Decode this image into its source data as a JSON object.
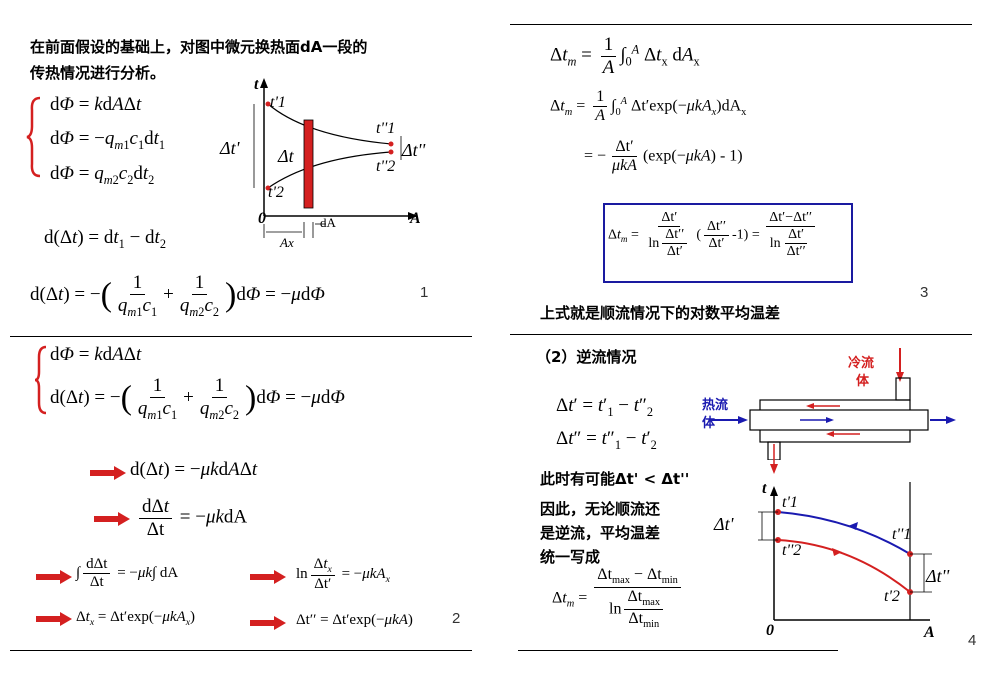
{
  "panel1": {
    "intro_line1": "在前面假设的基础上，对图中微元换热面dA一段的",
    "intro_line2": "传热情况进行分析。",
    "eq_a": "dΦ = kdAΔt",
    "eq_b": "dΦ = −q_m1 c_1 dt_1",
    "eq_c": "dΦ = q_m2 c_2 dt_2",
    "eq_d": "d(Δt) = dt_1 − dt_2",
    "eq_e": "d(Δt) = −(1/(q_m1 c_1) + 1/(q_m2 c_2)) dΦ = −μ dΦ",
    "page_num": "1",
    "fig": {
      "t_axis": "t",
      "A_axis": "A",
      "origin": "0",
      "t1p": "t'1",
      "t2p": "t'2",
      "t1pp": "t''1",
      "t2pp": "t''2",
      "dt_p": "Δt'",
      "dt_mid": "Δt",
      "dt_pp": "Δt''",
      "dA": "dA",
      "Ax": "Ax"
    }
  },
  "panel2": {
    "eq_a": "dΦ = kdAΔt",
    "eq_b": "d(Δt) = −(1/(q_m1 c_1) + 1/(q_m2 c_2)) dΦ = −μ dΦ",
    "eq_c": "d(Δt) = −μkdAΔt",
    "eq_d": "dΔt/Δt = −μkdA",
    "eq_e": "∫ dΔt/Δt = −μk ∫ dA",
    "eq_f": "ln Δt_x/Δt' = −μkA_x",
    "eq_g": "Δt_x = Δt' exp(−μkA_x)",
    "eq_h": "Δt'' = Δt' exp(−μkA)",
    "page_num": "2"
  },
  "panel3": {
    "eq_a": "Δt_m = (1/A) ∫₀ᴬ Δt_x dA_x",
    "eq_b": "Δt_m = (1/A) ∫₀ᴬ Δt' exp(−μkA_x) dA_x",
    "eq_c": "= −(Δt'/(μkA))(exp(−μkA) − 1)",
    "boxed": "Δt_m = Δt'/ln(Δt''/Δt') (Δt''/Δt' − 1) = (Δt' − Δt'')/ln(Δt'/Δt'')",
    "conclusion": "上式就是顺流情况下的对数平均温差",
    "page_num": "3"
  },
  "panel4": {
    "heading": "（2）逆流情况",
    "eq_a": "Δt' = t'1 − t''2",
    "eq_b": "Δt'' = t''1 − t'2",
    "possible": "此时有可能Δt' < Δt''",
    "text1": "因此，无论顺流还",
    "text2": "是逆流，平均温差",
    "text3": "统一写成",
    "eq_c": "Δt_m = (Δt_max − Δt_min)/ln(Δt_max/Δt_min)",
    "cold": "冷流",
    "cold2": "体",
    "hot": "热流",
    "hot2": "体",
    "page_num": "4",
    "fig": {
      "t_axis": "t",
      "A_axis": "A",
      "origin": "0",
      "t1p": "t'1",
      "t2pp": "t''2",
      "t1pp": "t''1",
      "t2p": "t'2",
      "dt_p": "Δt'",
      "dt_pp": "Δt''"
    }
  },
  "colors": {
    "red": "#d42020",
    "blue": "#1a1ab0",
    "box": "#1a1aa0"
  }
}
